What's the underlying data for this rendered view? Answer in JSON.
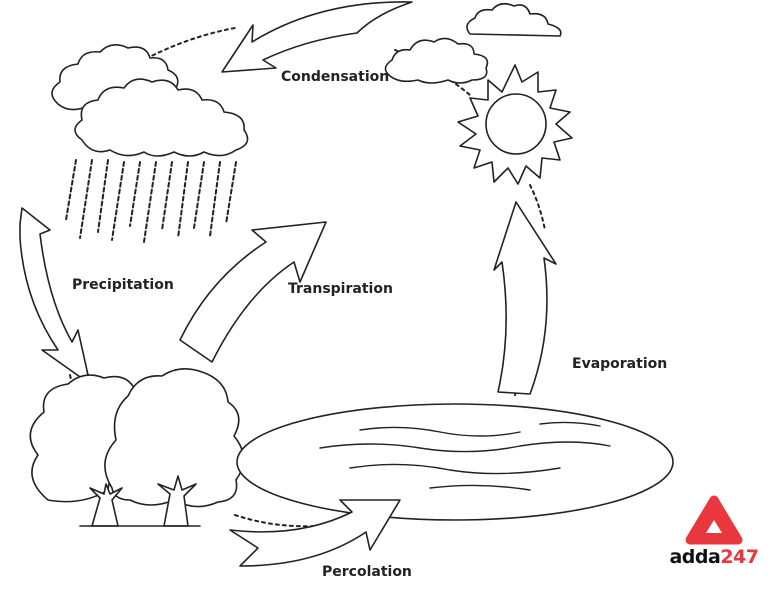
{
  "diagram": {
    "labels": {
      "condensation": "Condensation",
      "precipitation": "Precipitation",
      "transpiration": "Transpiration",
      "evaporation": "Evaporation",
      "percolation": "Percolation"
    }
  },
  "brand": {
    "logo_prefix": "adda",
    "logo_suffix": "247",
    "accent_color": "#e8383d"
  }
}
